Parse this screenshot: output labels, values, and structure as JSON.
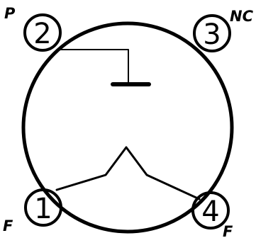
{
  "diagram": {
    "type": "vacuum tube base pinout",
    "pins": [
      {
        "number": "1",
        "label": "F",
        "function": "filament"
      },
      {
        "number": "2",
        "label": "P",
        "function": "plate"
      },
      {
        "number": "3",
        "label": "NC",
        "function": "no connection"
      },
      {
        "number": "4",
        "label": "F",
        "function": "filament"
      }
    ]
  }
}
